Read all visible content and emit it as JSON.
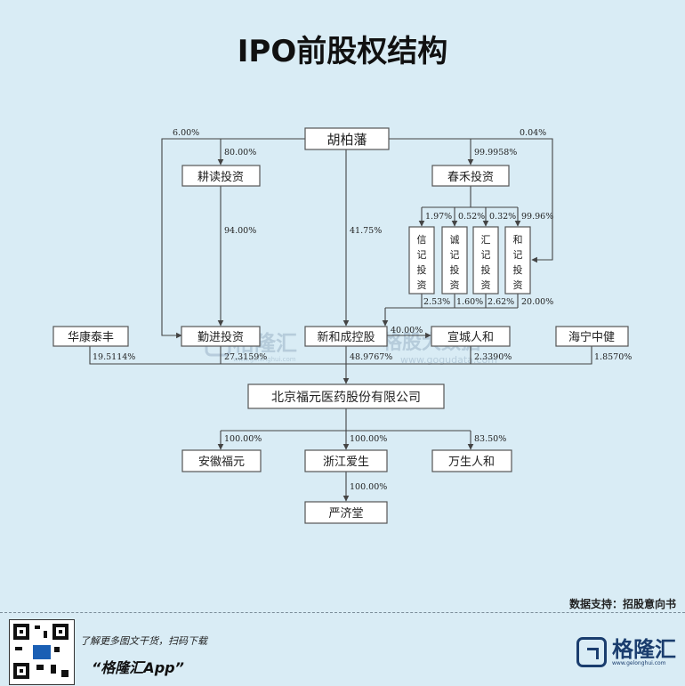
{
  "title": "IPO前股权结构",
  "nodes": {
    "hu": "胡柏藩",
    "gengdu": "耕读投资",
    "chunhe": "春禾投资",
    "xinji": "信\n记\n投\n资",
    "chengji": "诚\n记\n投\n资",
    "huiji": "汇\n记\n投\n资",
    "heji": "和\n记\n投\n资",
    "huakang": "华康泰丰",
    "qinjin": "勤进投资",
    "xinhe": "新和成控股",
    "xuancheng": "宣城人和",
    "haining": "海宁中健",
    "beijing": "北京福元医药股份有限公司",
    "anhui": "安徽福元",
    "zhejiang": "浙江爱生",
    "wansheng": "万生人和",
    "yanjitang": "严济堂"
  },
  "edges": {
    "hu_qinjin": "6.00%",
    "hu_gengdu": "80.00%",
    "hu_chunhe": "99.9958%",
    "hu_heji": "0.04%",
    "gengdu_qinjin": "94.00%",
    "hu_xinhe": "41.75%",
    "chunhe_xinji": "1.97%",
    "chunhe_chengji": "0.52%",
    "chunhe_huiji": "0.32%",
    "chunhe_heji": "99.96%",
    "xinji_xuan": "2.53%",
    "chengji_xuan": "1.60%",
    "huiji_xuan": "2.62%",
    "heji_xuan": "20.00%",
    "xinhe_xuan": "40.00%",
    "huakang_bj": "19.5114%",
    "qinjin_bj": "27.3159%",
    "xinhe_bj": "48.9767%",
    "xuan_bj": "2.3390%",
    "haining_bj": "1.8570%",
    "bj_anhui": "100.00%",
    "bj_zhejiang": "100.00%",
    "bj_wansheng": "83.50%",
    "zhejiang_yanjitang": "100.00%"
  },
  "watermark": {
    "brand": "格隆汇",
    "brand_url": "www.gelonghui.com",
    "data": "格股大数据",
    "data_url": "www.gogudata.com"
  },
  "source": "数据支持：招股意向书",
  "footer": {
    "tip": "了解更多图文干货，扫码下载",
    "app": "“格隆汇App”",
    "brand": "格隆汇",
    "brand_url": "www.gelonghui.com"
  },
  "colors": {
    "background": "#d9ecf5",
    "brand": "#1a3d6e"
  }
}
